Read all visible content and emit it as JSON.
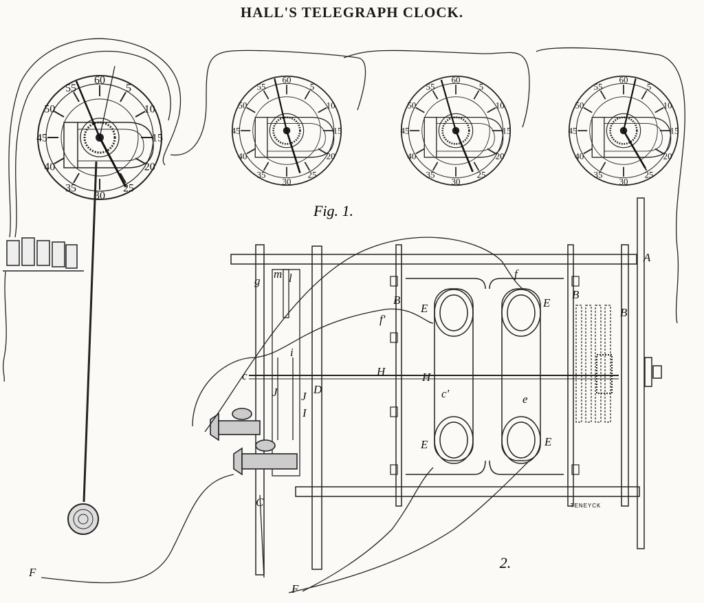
{
  "title": "HALL'S TELEGRAPH CLOCK.",
  "figure1_label": "Fig. 1.",
  "figure2_label": "2.",
  "engraver": "TENEYCK",
  "dial_numbers": [
    "60",
    "5",
    "10",
    "15",
    "20",
    "25",
    "30",
    "35",
    "40",
    "45",
    "50",
    "55"
  ],
  "small_dial_numbers": [
    "60",
    "5",
    "10",
    "15",
    "20",
    "25",
    "30",
    "35",
    "40",
    "45",
    "50",
    "55"
  ],
  "letters": {
    "A": "A",
    "B1": "B",
    "B2": "B",
    "B3": "B",
    "C": "C",
    "c": "c",
    "c1": "c'",
    "D": "D",
    "E1": "E",
    "E2": "E",
    "E3": "E",
    "E4": "E",
    "f1": "f",
    "f2": "f'",
    "F1": "F",
    "F2": "F",
    "g": "g",
    "H1": "H",
    "H2": "H",
    "i": "i",
    "J1": "J",
    "J2": "J",
    "I": "I",
    "m": "m",
    "l": "l"
  },
  "big_clock_35": "35"
}
